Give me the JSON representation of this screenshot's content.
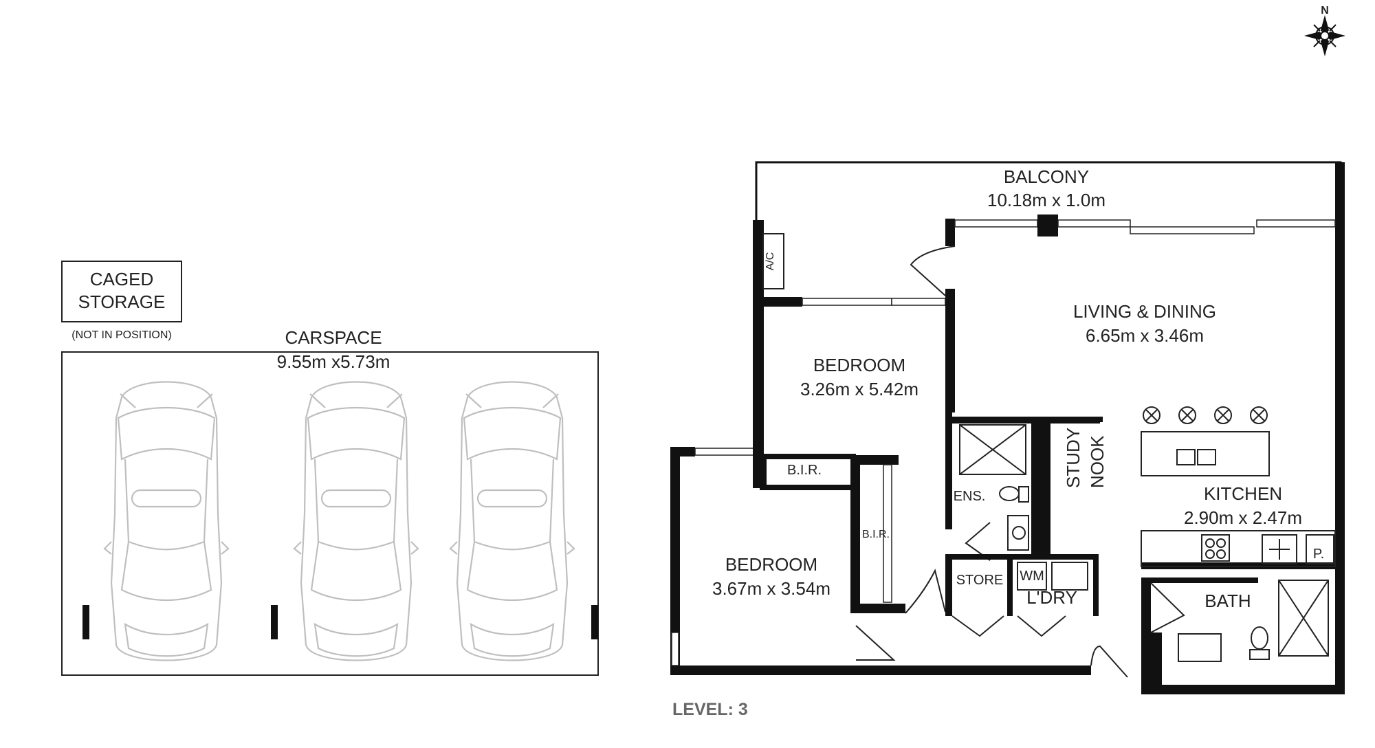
{
  "plan": {
    "compass": {
      "north_label": "N",
      "icon": "compass-rose-icon"
    },
    "level_label": "LEVEL: 3",
    "carspace": {
      "caged_storage_line1": "CAGED",
      "caged_storage_line2": "STORAGE",
      "caged_storage_note": "(NOT IN POSITION)",
      "title": "CARSPACE",
      "size": "9.55m x5.73m",
      "car_count": 3,
      "car_icon": "car-icon"
    },
    "rooms": {
      "balcony": {
        "name": "BALCONY",
        "size": "10.18m x 1.0m"
      },
      "living": {
        "name": "LIVING & DINING",
        "size": "6.65m x 3.46m"
      },
      "bedroom1": {
        "name": "BEDROOM",
        "size": "3.26m x 5.42m"
      },
      "bedroom2": {
        "name": "BEDROOM",
        "size": "3.67m x 3.54m"
      },
      "kitchen": {
        "name": "KITCHEN",
        "size": "2.90m x 2.47m"
      },
      "bath": {
        "name": "BATH"
      },
      "study_line1": "STUDY",
      "study_line2": "NOOK",
      "ensuite": "ENS.",
      "store": "STORE",
      "laundry": "L'DRY",
      "washing_machine": "WM",
      "bir1": "B.I.R.",
      "bir2": "B.I.R.",
      "pantry": "P.",
      "ac": "A/C"
    },
    "colors": {
      "wall": "#111111",
      "car_outline": "#bfbfbf",
      "level_text": "#666666"
    }
  }
}
